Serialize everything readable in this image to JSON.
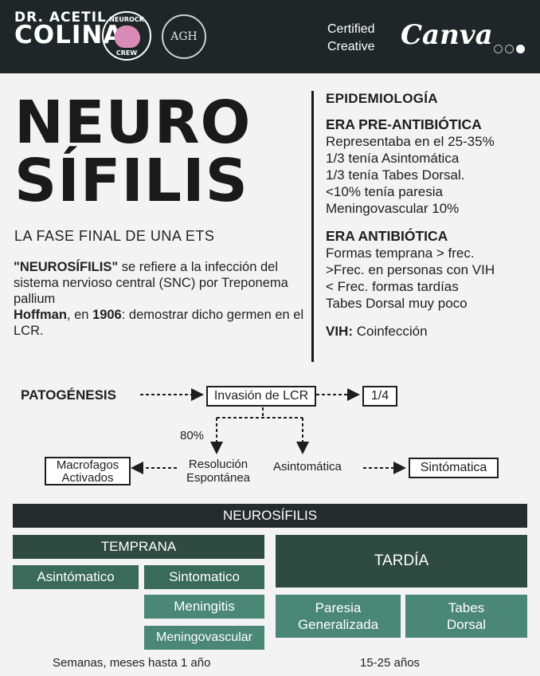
{
  "header": {
    "brand_line1": "DR. ACETIL",
    "brand_line2": "COLINA",
    "badge1_top": "NEUROCK",
    "badge1_bottom": "CREW",
    "badge2": "AGH",
    "cert_line1": "Certified",
    "cert_line2": "Creative",
    "canva": "Canva"
  },
  "title": {
    "line1": "NEURO",
    "line2": "SÍFILIS",
    "subtitle": "LA FASE FINAL DE UNA ETS"
  },
  "intro": {
    "term": "\"NEUROSÍFILIS\"",
    "def1": " se refiere a la infección del sistema nervioso central (SNC) por Treponema pallium",
    "name": "Hoffman",
    "sep": ", en ",
    "year": "1906",
    "def2": ": demostrar dicho germen en el LCR."
  },
  "epidemiology": {
    "heading": "EPIDEMIOLOGÍA",
    "pre_heading": "ERA PRE-ANTIBIÓTICA",
    "pre_items": [
      "Representaba en el 25-35%",
      "1/3 tenía Asintomática",
      "1/3 tenía Tabes Dorsal.",
      "<10% tenía paresia",
      "Meningovascular 10%"
    ],
    "anti_heading": "ERA ANTIBIÓTICA",
    "anti_items": [
      "Formas temprana > frec.",
      ">Frec. en personas con VIH",
      "< Frec. formas tardías",
      "Tabes Dorsal muy poco"
    ],
    "vih_label": "VIH:",
    "vih_value": " Coinfección"
  },
  "pathogenesis": {
    "label": "PATOGÉNESIS",
    "invasion": "Invasión de LCR",
    "fraction": "1/4",
    "percent": "80%",
    "macro_line1": "Macrofagos",
    "macro_line2": "Activados",
    "resol_line1": "Resolución",
    "resol_line2": "Espontánea",
    "asympt": "Asintomática",
    "sympt": "Sintómatica"
  },
  "classification": {
    "header": "NEUROSÍFILIS",
    "early": "TEMPRANA",
    "late": "TARDÍA",
    "early_asymptomatic": "Asintómatico",
    "early_symptomatic": "Sintomatico",
    "meningitis": "Meningitis",
    "meningovascular": "Meningovascular",
    "paresia_line1": "Paresia",
    "paresia_line2": "Generalizada",
    "tabes_line1": "Tabes",
    "tabes_line2": "Dorsal",
    "early_time": "Semanas, meses hasta 1 año",
    "late_time": "15-25 años"
  },
  "colors": {
    "header_bg": "#1f2628",
    "dark_bar": "#262c2e",
    "green_dark": "#2f4a40",
    "green_mid": "#3a6a59",
    "green_light": "#4a8774"
  }
}
